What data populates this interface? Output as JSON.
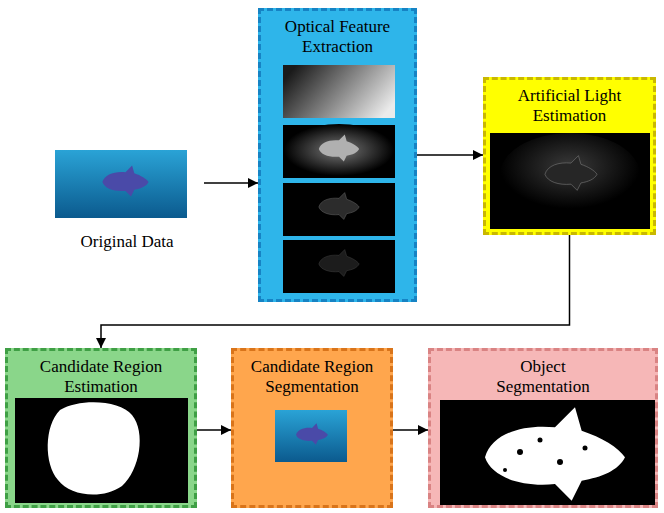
{
  "diagram": {
    "nodes": [
      {
        "text": [
          "Original Data"
        ]
      },
      {
        "text": [
          "Optical Feature Extraction"
        ]
      },
      {
        "text": [
          "Artificial Light Estimation"
        ]
      },
      {
        "text": [
          "Candidate Region Estimation"
        ]
      },
      {
        "text": [
          "Candidate Region Segmentation"
        ]
      },
      {
        "text": [
          "Object Segmentation"
        ]
      }
    ],
    "edges": [
      {
        "from": 0,
        "to": 1,
        "arrow": "to"
      },
      {
        "from": 1,
        "to": 2,
        "arrow": "to"
      },
      {
        "from": 2,
        "to": 3,
        "arrow": "to"
      },
      {
        "from": 3,
        "to": 4,
        "arrow": "to"
      },
      {
        "from": 4,
        "to": 5,
        "arrow": "to"
      }
    ]
  }
}
